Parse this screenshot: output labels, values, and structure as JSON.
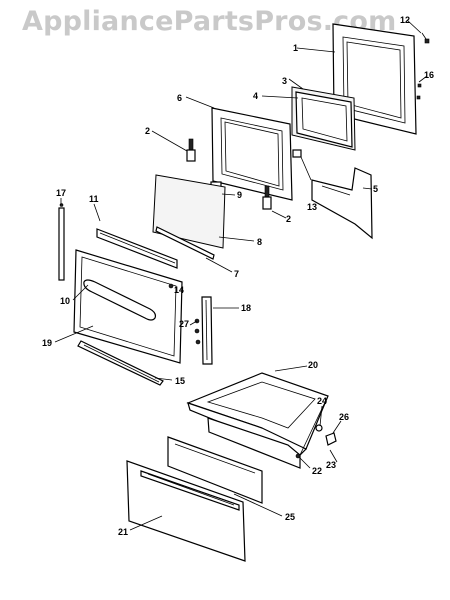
{
  "watermark": "AppliancePartsPros.com",
  "callouts": {
    "p1": "1",
    "p2a": "2",
    "p2b": "2",
    "p3": "3",
    "p4": "4",
    "p5": "5",
    "p6": "6",
    "p7": "7",
    "p8": "8",
    "p9": "9",
    "p10": "10",
    "p11": "11",
    "p12": "12",
    "p13": "13",
    "p14": "14",
    "p15": "15",
    "p16": "16",
    "p17": "17",
    "p18": "18",
    "p19": "19",
    "p20": "20",
    "p21": "21",
    "p22": "22",
    "p23": "23",
    "p24": "24",
    "p25": "25",
    "p26": "26",
    "p27": "27"
  }
}
